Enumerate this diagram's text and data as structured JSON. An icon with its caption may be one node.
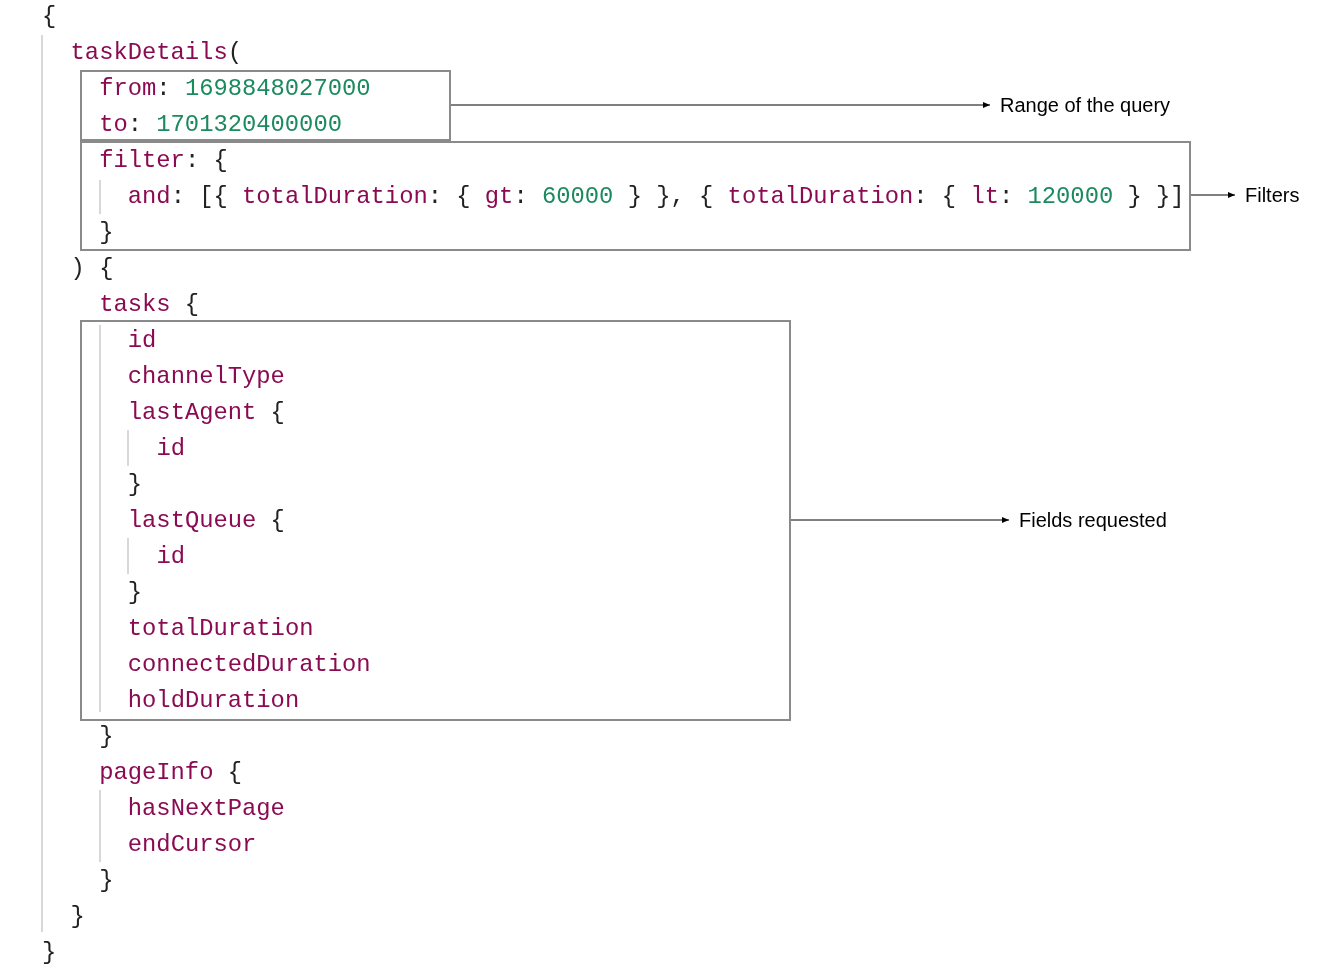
{
  "diagram": {
    "nodes": [
      {
        "text": [
          "from: 1698848027000",
          "to: 1701320400000"
        ]
      },
      {
        "text": [
          "filter: {",
          "and: [{ totalDuration: { gt: 60000 } }, { totalDuration: { lt: 120000 } }]",
          "}"
        ]
      },
      {
        "text": [
          "id",
          "channelType",
          "lastAgent {",
          "id",
          "}",
          "lastQueue {",
          "id",
          "}",
          "totalDuration",
          "connectedDuration",
          "holdDuration"
        ]
      },
      {
        "text": [
          "Range of the query"
        ]
      },
      {
        "text": [
          "Filters"
        ]
      },
      {
        "text": [
          "Fields requested"
        ]
      }
    ],
    "edges": [
      {
        "from": 0,
        "to": 3,
        "arrow": "to"
      },
      {
        "from": 1,
        "to": 4,
        "arrow": "to"
      },
      {
        "from": 2,
        "to": 5,
        "arrow": "to"
      }
    ],
    "labels": [
      "{",
      "taskDetails(",
      ") {",
      "tasks {",
      "}",
      "pageInfo {",
      "hasNextPage",
      "endCursor",
      "}",
      "}",
      "}"
    ]
  }
}
